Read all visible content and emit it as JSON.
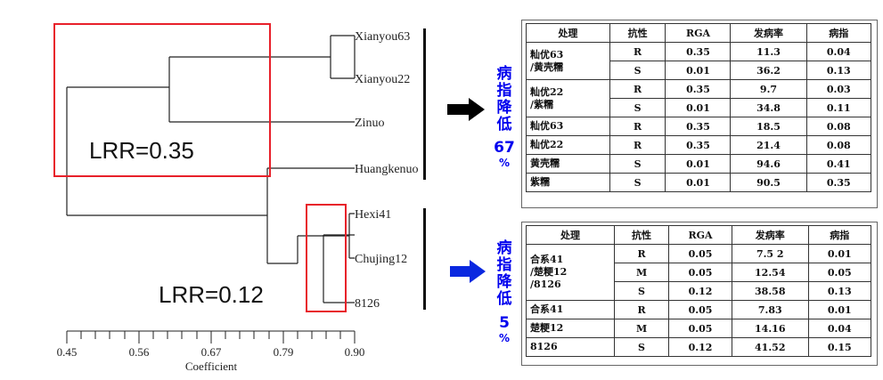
{
  "dendrogram": {
    "leaves": [
      "Xianyou63",
      "Xianyou22",
      "Zinuo",
      "Huangkenuo",
      "Hexi41",
      "Chujing12",
      "8126"
    ],
    "axis_ticks": [
      "0.45",
      "0.56",
      "0.67",
      "0.79",
      "0.90"
    ],
    "axis_title": "Coefficient",
    "annotations": [
      "LRR=0.35",
      "LRR=0.12"
    ]
  },
  "side_labels": {
    "top": {
      "chars": [
        "病",
        "指",
        "降",
        "低"
      ],
      "number": "67",
      "unit": "%"
    },
    "bottom": {
      "chars": [
        "病",
        "指",
        "降",
        "低"
      ],
      "number": "5",
      "unit": "%"
    }
  },
  "tables": {
    "headers": [
      "处理",
      "抗性",
      "RGA",
      "发病率",
      "病指"
    ],
    "top": {
      "groups": [
        {
          "treatment": "籼优63\n/黄壳糯",
          "rows": [
            [
              "R",
              "0.35",
              "11.3",
              "0.04"
            ],
            [
              "S",
              "0.01",
              "36.2",
              "0.13"
            ]
          ]
        },
        {
          "treatment": "籼优22\n/紫糯",
          "rows": [
            [
              "R",
              "0.35",
              "9.7",
              "0.03"
            ],
            [
              "S",
              "0.01",
              "34.8",
              "0.11"
            ]
          ]
        },
        {
          "treatment": "籼优63",
          "rows": [
            [
              "R",
              "0.35",
              "18.5",
              "0.08"
            ]
          ]
        },
        {
          "treatment": "籼优22",
          "rows": [
            [
              "R",
              "0.35",
              "21.4",
              "0.08"
            ]
          ]
        },
        {
          "treatment": "黄壳糯",
          "rows": [
            [
              "S",
              "0.01",
              "94.6",
              "0.41"
            ]
          ]
        },
        {
          "treatment": "紫糯",
          "rows": [
            [
              "S",
              "0.01",
              "90.5",
              "0.35"
            ]
          ]
        }
      ]
    },
    "bottom": {
      "groups": [
        {
          "treatment": "合系41\n/楚粳12\n/8126",
          "rows": [
            [
              "R",
              "0.05",
              "7.5 2",
              "0.01"
            ],
            [
              "M",
              "0.05",
              "12.54",
              "0.05"
            ],
            [
              "S",
              "0.12",
              "38.58",
              "0.13"
            ]
          ]
        },
        {
          "treatment": "合系41",
          "rows": [
            [
              "R",
              "0.05",
              "7.83",
              "0.01"
            ]
          ]
        },
        {
          "treatment": "楚粳12",
          "rows": [
            [
              "M",
              "0.05",
              "14.16",
              "0.04"
            ]
          ]
        },
        {
          "treatment": "8126",
          "rows": [
            [
              "S",
              "0.12",
              "41.52",
              "0.15"
            ]
          ]
        }
      ]
    }
  },
  "colors": {
    "highlight_box": "#e8202a",
    "side_text": "#0000ee",
    "arrow_black": "#000000",
    "arrow_blue": "#0a28e0"
  }
}
